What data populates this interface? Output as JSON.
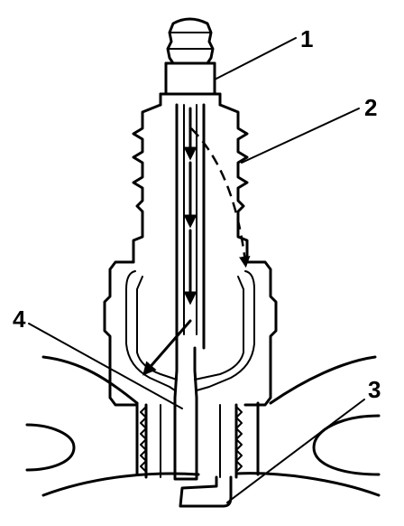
{
  "diagram": {
    "callouts": [
      {
        "label": "1"
      },
      {
        "label": "2"
      },
      {
        "label": "3"
      },
      {
        "label": "4"
      }
    ],
    "colors": {
      "stroke": "#000000",
      "background": "#ffffff"
    }
  }
}
